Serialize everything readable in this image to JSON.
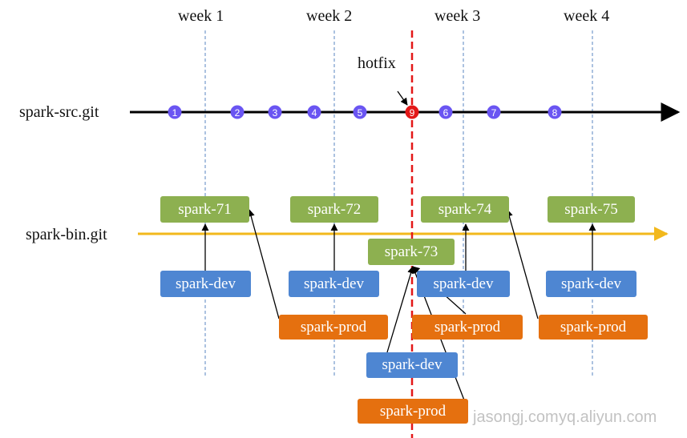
{
  "colors": {
    "green": "#8db050",
    "blue": "#4e86d2",
    "orange": "#e5700f",
    "commit": "#6a55f2",
    "hotfix": "#e31818",
    "timeline": "#000000",
    "bin_line": "#f2b81c",
    "week_guide": "#5a86c0"
  },
  "weeks": [
    "week 1",
    "week 2",
    "week 3",
    "week 4"
  ],
  "hotfix_label": "hotfix",
  "repos": {
    "src": "spark-src.git",
    "bin": "spark-bin.git"
  },
  "commits": [
    "1",
    "2",
    "3",
    "4",
    "5",
    "9",
    "6",
    "7",
    "8"
  ],
  "hotfix_commit": "9",
  "builds": [
    "spark-71",
    "spark-72",
    "spark-73",
    "spark-74",
    "spark-75"
  ],
  "dev_label": "spark-dev",
  "prod_label": "spark-prod",
  "watermark": {
    "left": "jasongj.com",
    "right": "yq.aliyun.com"
  }
}
